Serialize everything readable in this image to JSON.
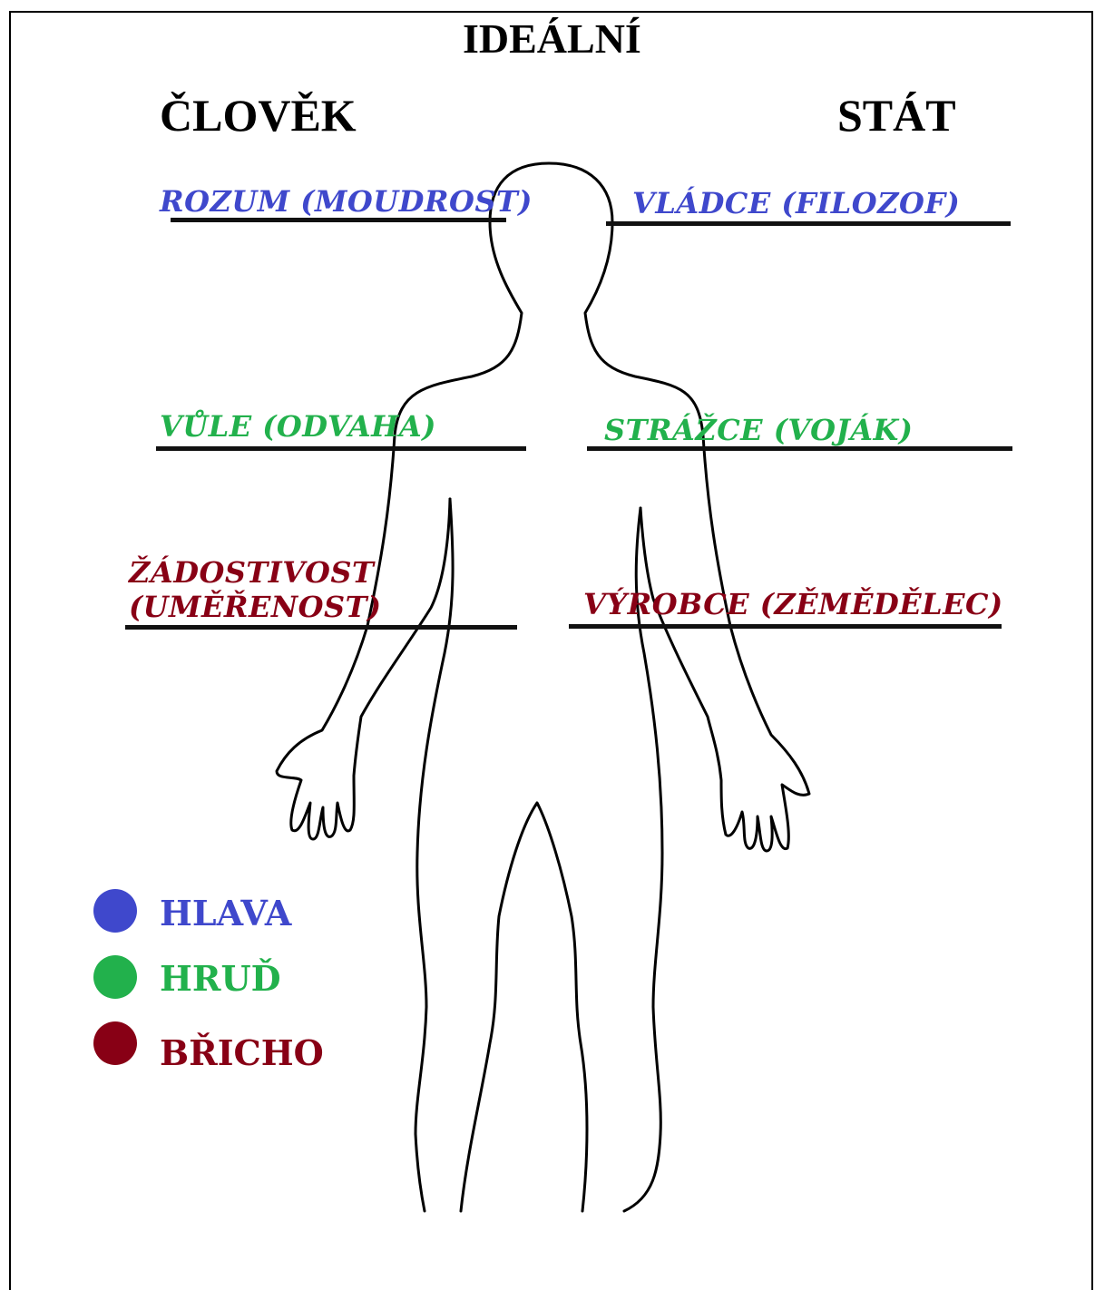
{
  "title": "IDEÁLNÍ",
  "left_heading": "ČLOVĚK",
  "right_heading": "STÁT",
  "colors": {
    "head": "#3f48cc",
    "chest": "#22b14c",
    "belly": "#880015"
  },
  "person": {
    "head": "ROZUM (MOUDROST)",
    "chest": "VŮLE (ODVAHA)",
    "belly_line1": "ŽÁDOSTIVOST",
    "belly_line2": "(UMĚŘENOST)"
  },
  "state": {
    "head": "VLÁDCE (FILOZOF)",
    "chest": "STRÁŽCE (VOJÁK)",
    "belly": "VÝROBCE (ZĚMĚDĚLEC)"
  },
  "legend": [
    {
      "label": "HLAVA",
      "color": "#3f48cc"
    },
    {
      "label": "HRUĎ",
      "color": "#22b14c"
    },
    {
      "label": "BŘICHO",
      "color": "#880015"
    }
  ],
  "icons": {
    "figure": "human-body-outline-icon"
  }
}
